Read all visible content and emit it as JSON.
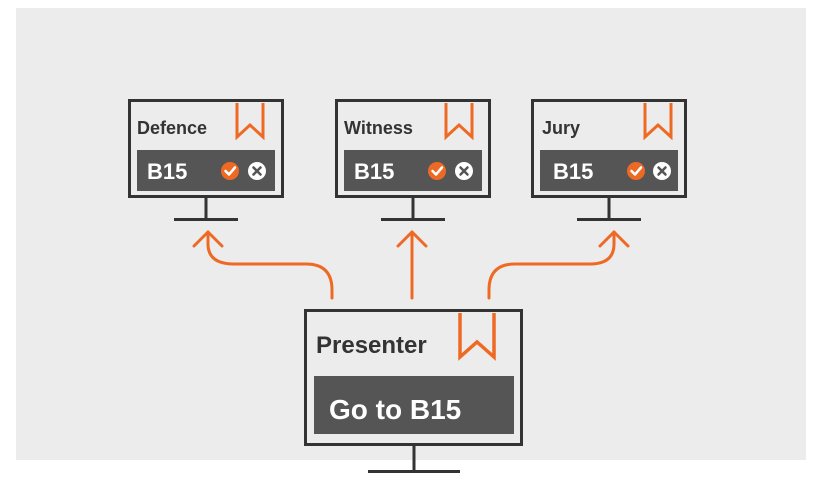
{
  "colors": {
    "accent": "#ee6a24",
    "frame": "#333333",
    "screen_bar": "#555555",
    "background": "#ececec",
    "text_on_bar": "#ffffff",
    "text_on_frame": "#333333"
  },
  "icons": {
    "bookmark": "bookmark-icon",
    "check": "check-circle-icon",
    "close": "close-circle-icon",
    "arrow": "arrow-up-icon"
  },
  "monitors": [
    {
      "id": "defence",
      "title": "Defence",
      "bar_text": "B15"
    },
    {
      "id": "witness",
      "title": "Witness",
      "bar_text": "B15"
    },
    {
      "id": "jury",
      "title": "Jury",
      "bar_text": "B15"
    }
  ],
  "presenter": {
    "title": "Presenter",
    "bar_text": "Go to B15"
  }
}
